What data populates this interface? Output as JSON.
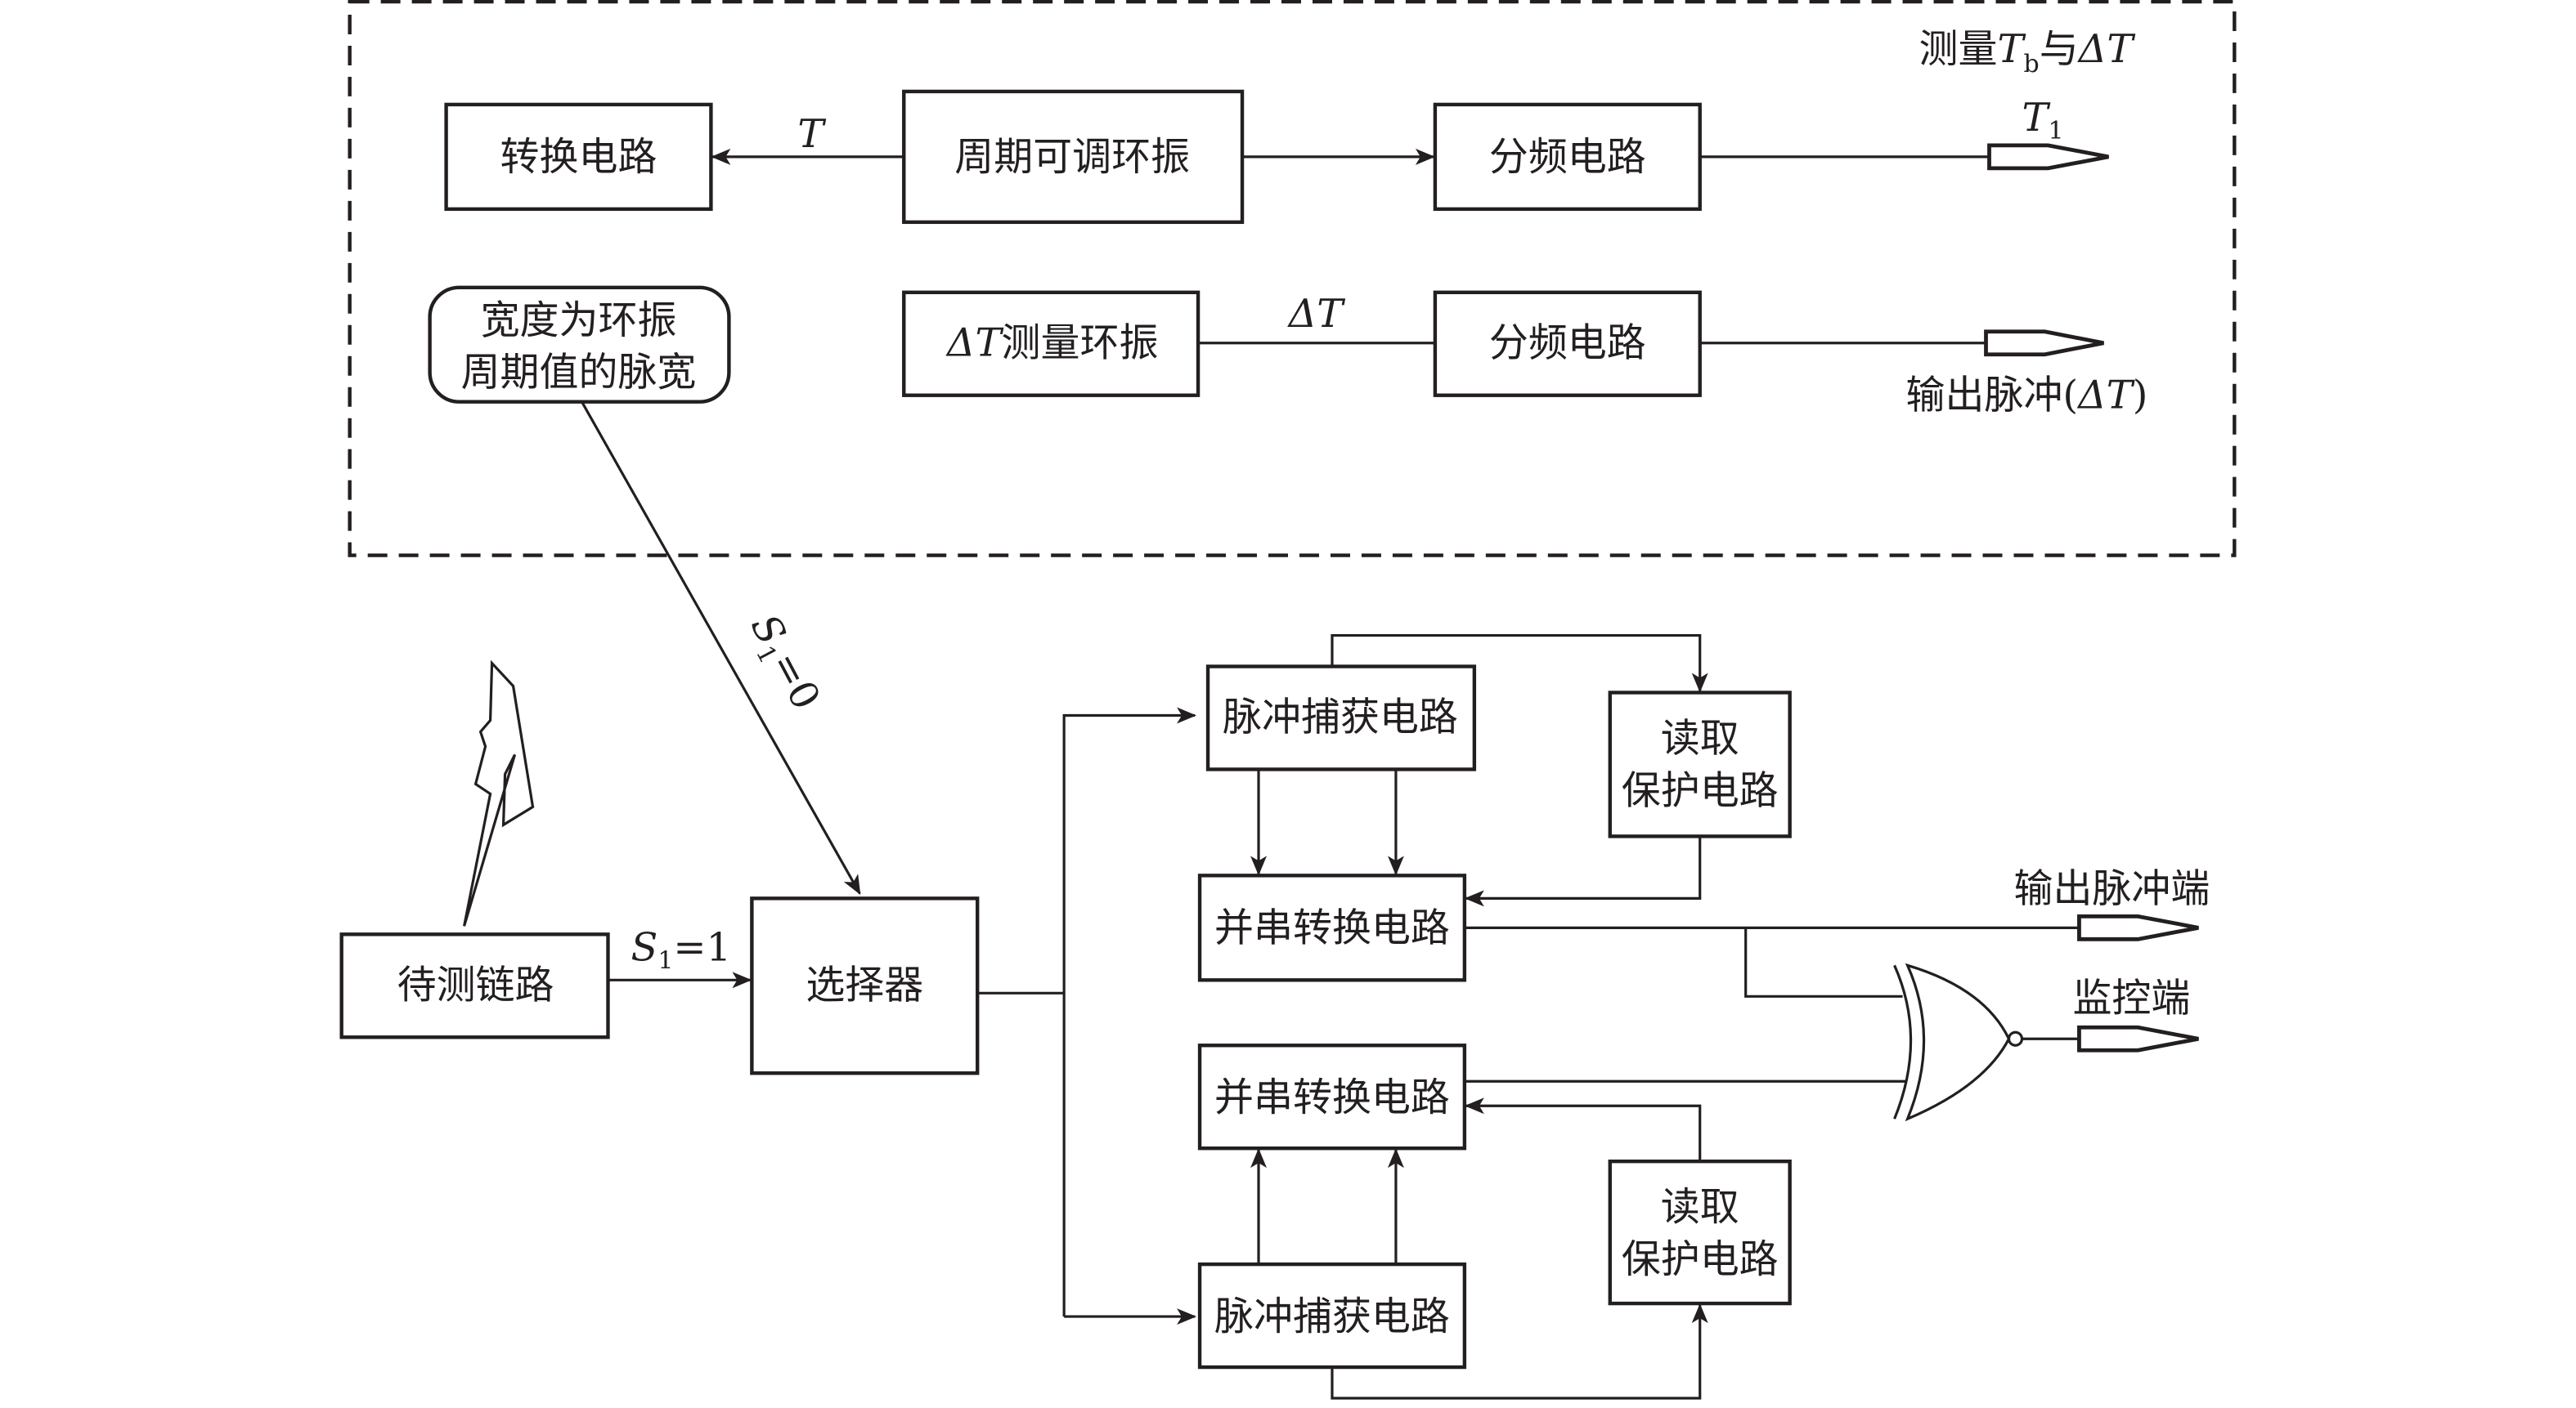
{
  "diagram": {
    "group_label": {
      "prefix": "测量",
      "T": "T",
      "sub": "b",
      "mid": "与",
      "suffix": "ΔT"
    },
    "blocks": {
      "convert": "转换电路",
      "osc_adjust": "周期可调环振",
      "divider1": "分频电路",
      "pulse_width_line1": "宽度为环振",
      "pulse_width_line2": "周期值的脉宽",
      "dt_osc": {
        "delta": "ΔT",
        "text": "测量环振"
      },
      "divider2": "分频电路",
      "link_under_test": "待测链路",
      "selector": "选择器",
      "capture_top": "脉冲捕获电路",
      "read_protect_top_1": "读取",
      "read_protect_top_2": "保护电路",
      "ps_convert_top": "并串转换电路",
      "ps_convert_bottom": "并串转换电路",
      "capture_bottom": "脉冲捕获电路",
      "read_protect_bottom_1": "读取",
      "read_protect_bottom_2": "保护电路"
    },
    "signals": {
      "T": "T",
      "T1": {
        "T": "T",
        "sub": "1"
      },
      "dT": "ΔT",
      "out_dt": {
        "text": "输出脉冲(",
        "delta": "ΔT",
        "close": ")"
      },
      "s1_0": {
        "S": "S",
        "sub": "1",
        "val": "=0"
      },
      "s1_1": {
        "S": "S",
        "sub": "1",
        "val": "=1"
      },
      "out_pulse_port": "输出脉冲端",
      "monitor_port": "监控端"
    },
    "gate": "XNOR"
  }
}
